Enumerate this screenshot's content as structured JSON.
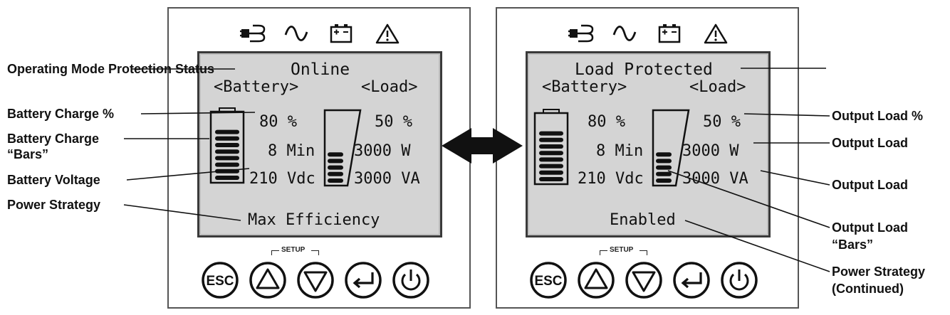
{
  "left_panel": {
    "status": "Online",
    "battery_header": "<Battery>",
    "load_header": "<Load>",
    "battery_pct": "80 %",
    "runtime": "8 Min",
    "voltage": "210 Vdc",
    "load_pct": "50 %",
    "watts": "3000 W",
    "va": "3000 VA",
    "bottom_text": "Max Efficiency",
    "setup_label": "SETUP",
    "esc_label": "ESC"
  },
  "right_panel": {
    "status": "Load Protected",
    "battery_header": "<Battery>",
    "load_header": "<Load>",
    "battery_pct": "80 %",
    "runtime": "8 Min",
    "voltage": "210 Vdc",
    "load_pct": "50 %",
    "watts": "3000 W",
    "va": "3000 VA",
    "bottom_text": "Enabled",
    "setup_label": "SETUP",
    "esc_label": "ESC"
  },
  "callouts_left": {
    "operating_mode": "Operating Mode Protection Status",
    "battery_charge_pct": "Battery Charge %",
    "battery_bars_1": "Battery Charge",
    "battery_bars_2": "“Bars”",
    "battery_voltage": "Battery Voltage",
    "power_strategy": "Power Strategy"
  },
  "callouts_right": {
    "output_load_pct": "Output Load %",
    "output_load_w": "Output Load",
    "output_load_va": "Output Load",
    "output_bars_1": "Output Load",
    "output_bars_2": "“Bars”",
    "power_strategy_1": "Power Strategy",
    "power_strategy_2": "(Continued)"
  },
  "levels": {
    "battery_bars_filled": 8,
    "battery_bars_total": 10,
    "load_bars_filled": 5,
    "load_bars_total": 10
  },
  "icons": [
    "ac-plug-icon",
    "sine-wave-icon",
    "battery-icon",
    "warning-icon"
  ],
  "buttons": [
    "esc-button",
    "up-button",
    "down-button",
    "enter-button",
    "power-button"
  ],
  "colors": {
    "lcd_bg": "#d4d4d4",
    "ink": "#111111",
    "frame": "#555555"
  }
}
